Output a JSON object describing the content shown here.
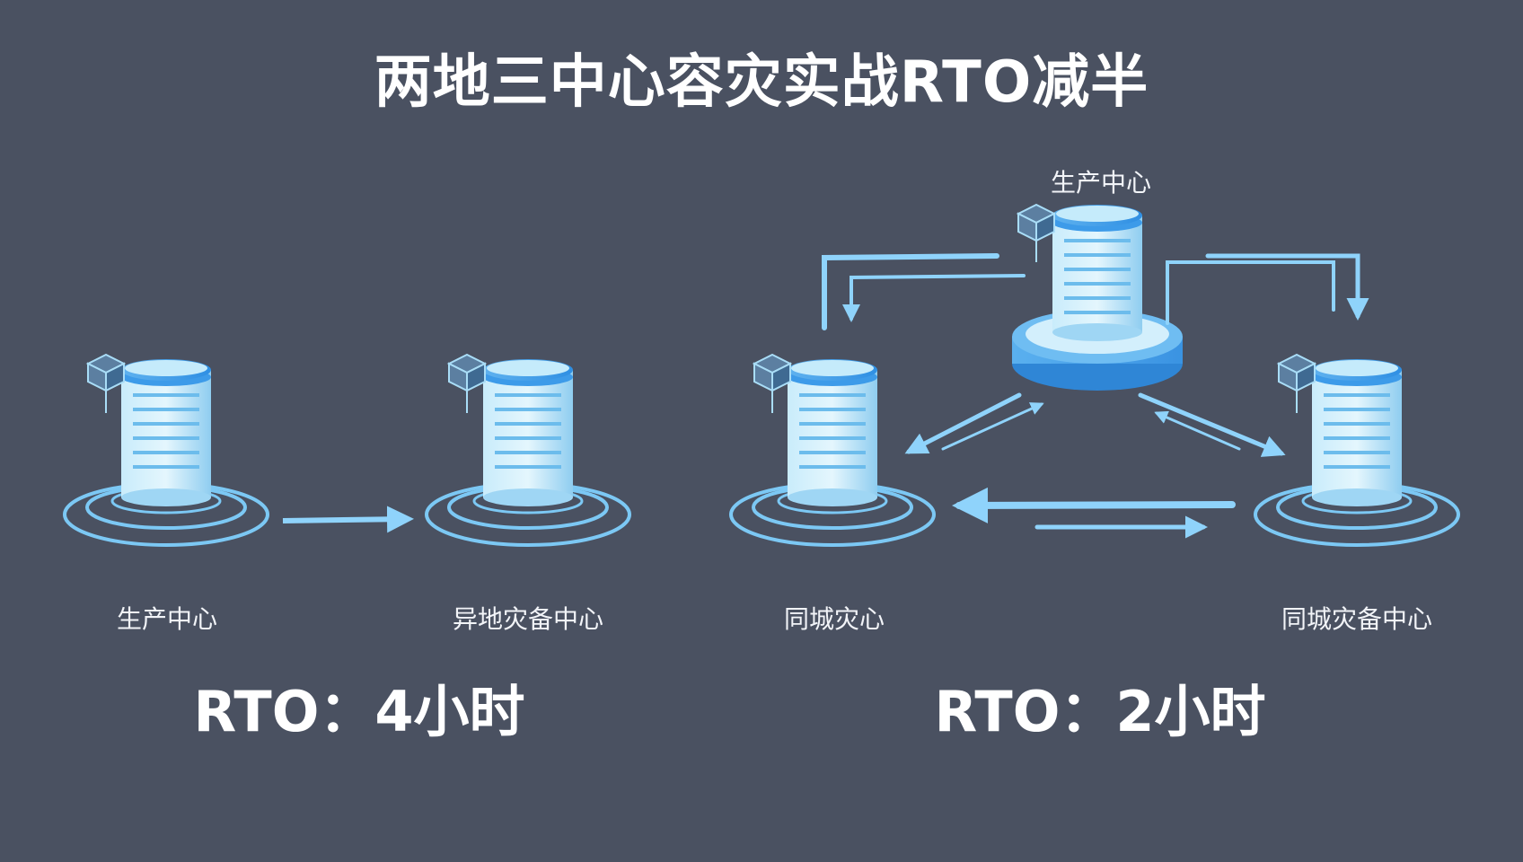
{
  "title": "两地三中心容灾实战RTO减半",
  "left_scenario": {
    "nodes": [
      {
        "label": "生产中心"
      },
      {
        "label": "异地灾备中心"
      }
    ],
    "rto": "RTO：4小时"
  },
  "right_scenario": {
    "nodes": [
      {
        "label": "生产中心"
      },
      {
        "label": "同城灾心"
      },
      {
        "label": "同城灾备中心"
      }
    ],
    "rto": "RTO：2小时"
  },
  "colors": {
    "background": "#4a5161",
    "cylinder_body": "#a9ddf7",
    "cylinder_top": "#3d9be9",
    "arrow": "#8fd3fb",
    "ring": "#7cc8f4"
  }
}
